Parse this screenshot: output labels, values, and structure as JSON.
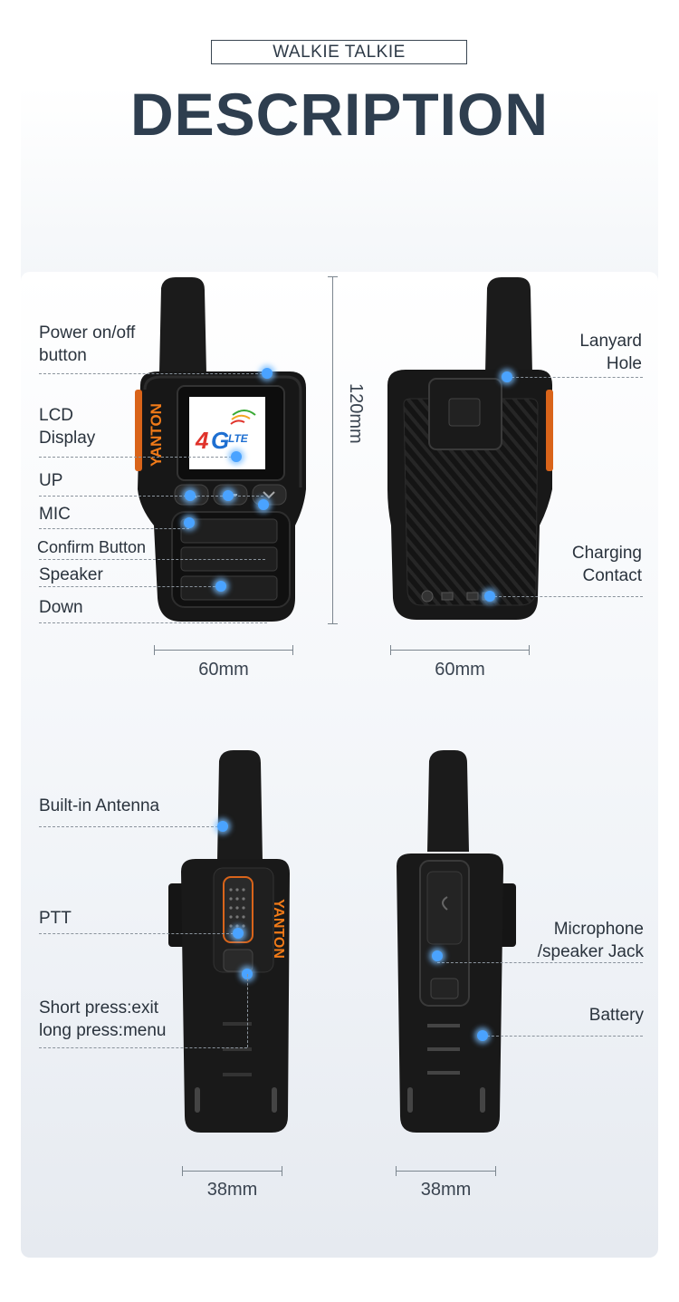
{
  "header": {
    "subtitle": "WALKIE TALKIE",
    "title": "DESCRIPTION"
  },
  "brand": {
    "name": "YANTON",
    "screen_badge": "4G",
    "screen_badge_sub": "LTE"
  },
  "colors": {
    "accent_orange": "#f07a18",
    "title_dark": "#2e3e4f",
    "callout_blue": "#4aa3ff"
  },
  "front_labels": {
    "power": "Power on/off\nbutton",
    "lcd": "LCD\nDisplay",
    "up": "UP",
    "mic": "MIC",
    "confirm": "Confirm Button",
    "speaker": "Speaker",
    "down": "Down"
  },
  "back_labels": {
    "lanyard": "Lanyard\nHole",
    "charging": "Charging\nContact"
  },
  "side_left_labels": {
    "antenna": "Built-in Antenna",
    "ptt": "PTT",
    "short_press": "Short press:exit\nlong press:menu"
  },
  "side_right_labels": {
    "jack": "Microphone\n/speaker Jack",
    "battery": "Battery"
  },
  "dimensions": {
    "height": "120mm",
    "front_width": "60mm",
    "back_width": "60mm",
    "side_left_width": "38mm",
    "side_right_width": "38mm"
  }
}
